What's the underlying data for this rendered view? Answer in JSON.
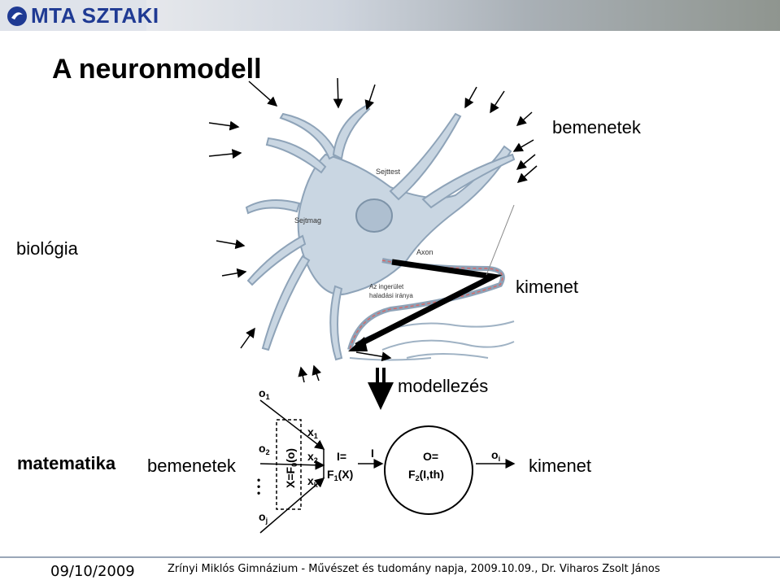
{
  "header": {
    "logo_text": "MTA SZTAKI"
  },
  "slide": {
    "title": "A neuronmodell",
    "labels": {
      "inputs_top": "bemenetek",
      "biology": "biológia",
      "output_top": "kimenet",
      "modeling": "modellezés",
      "mathematics": "matematika",
      "inputs_bottom": "bemenetek",
      "output_bottom": "kimenet"
    },
    "neuron_annotations": {
      "cell_body": "Sejttest",
      "nucleus": "Sejtmag",
      "axon": "Axon",
      "direction": "Az ingerület",
      "direction2": "haladási iránya"
    },
    "model": {
      "o1": "o",
      "o1_sub": "1",
      "o2": "o",
      "o2_sub": "2",
      "oj": "o",
      "oj_sub": "j",
      "dots": "•",
      "x_formula": "X=F",
      "x_formula_sub": "0",
      "x_formula_tail": "(o)",
      "x1": "x",
      "x1_sub": "1",
      "x2": "x",
      "x2_sub": "2",
      "xk": "x",
      "xk_sub": "k",
      "i_formula": "I=",
      "f1_formula": "F",
      "f1_sub": "1",
      "f1_tail": "(X)",
      "i_label": "I",
      "o_eq": "O=",
      "f2_formula": "F",
      "f2_sub": "2",
      "f2_tail": "(I,th)",
      "oi": "o",
      "oi_sub": "i"
    }
  },
  "footer": {
    "date": "09/10/2009",
    "text": "Zrínyi Miklós Gimnázium - Művészet és tudomány napja, 2009.10.09., Dr. Viharos Zsolt János"
  }
}
